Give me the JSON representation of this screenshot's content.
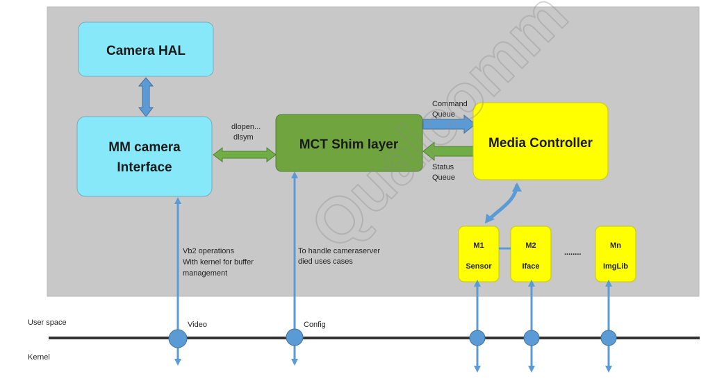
{
  "watermark": "Qualcomm",
  "boxes": {
    "camera_hal": "Camera HAL",
    "mm_camera_line1": "MM camera",
    "mm_camera_line2": "Interface",
    "mct_shim": "MCT Shim layer",
    "media_controller": "Media Controller"
  },
  "labels": {
    "dlopen": "dlopen...",
    "dlsym": "dlsym",
    "command_queue_1": "Command",
    "command_queue_2": "Queue",
    "status_queue_1": "Status",
    "status_queue_2": "Queue",
    "vb2_1": "Vb2 operations",
    "vb2_2": "With kernel for buffer",
    "vb2_3": "management",
    "handle_1": "To handle cameraserver",
    "handle_2": "died uses cases",
    "video": "Video",
    "config": "Config",
    "user_space": "User space",
    "kernel": "Kernel",
    "ellipsis": "........"
  },
  "modules": [
    {
      "id": "M1",
      "name": "Sensor"
    },
    {
      "id": "M2",
      "name": "Iface"
    },
    {
      "id": "Mn",
      "name": "ImgLib"
    }
  ],
  "colors": {
    "panel": "#c8c8c8",
    "cyan_box": "#86e8f8",
    "green_box": "#6fa43e",
    "yellow_box": "#ffff00",
    "arrow_blue": "#5b9bd5",
    "arrow_green": "#70ad47",
    "kernel_line": "#333333"
  }
}
